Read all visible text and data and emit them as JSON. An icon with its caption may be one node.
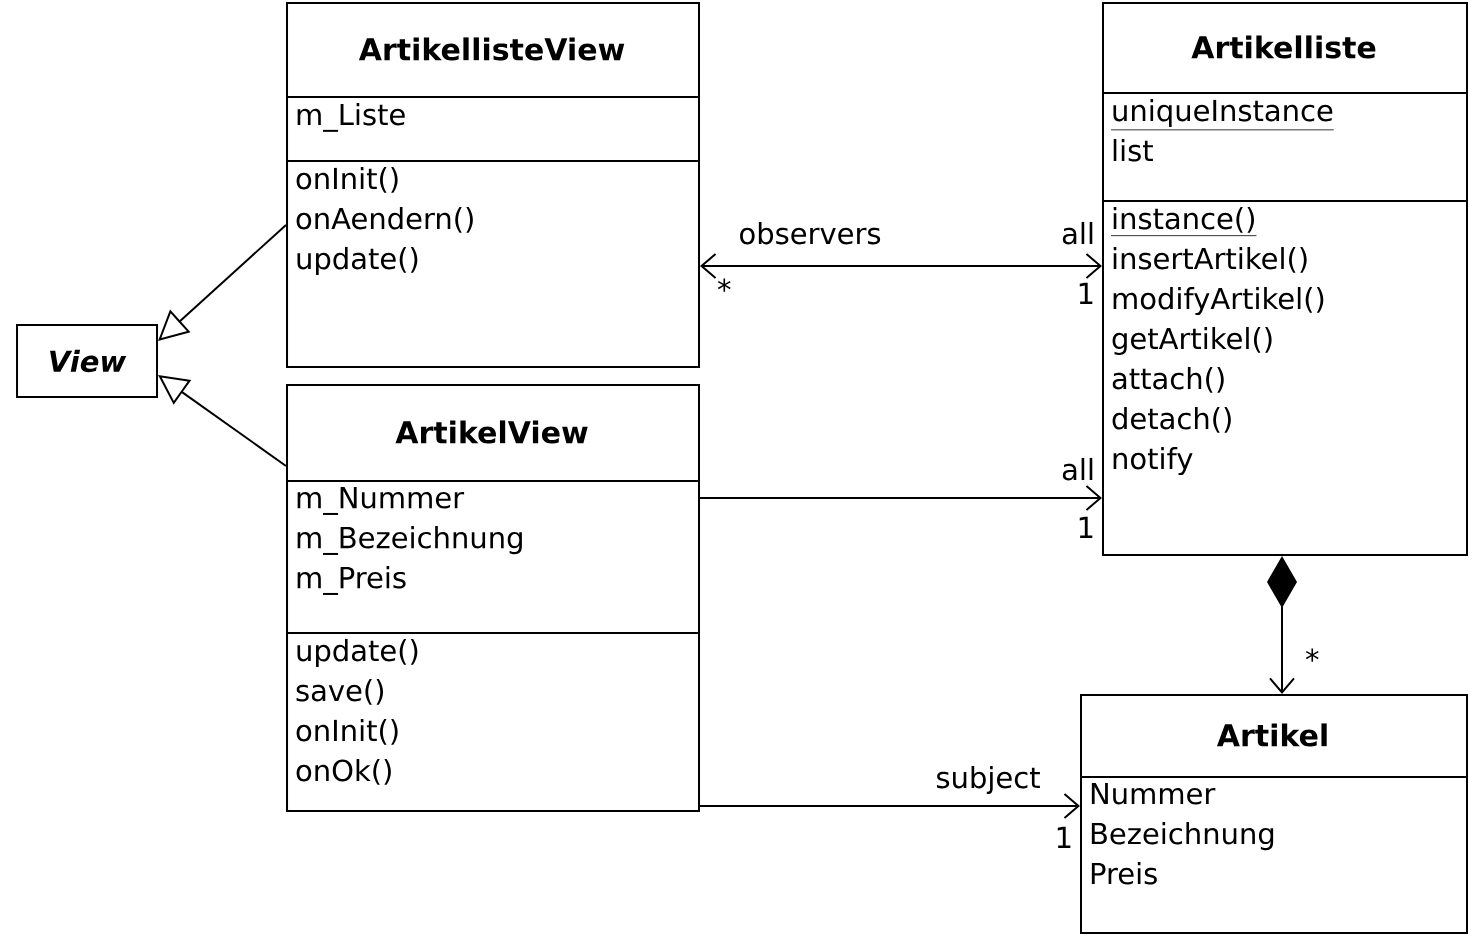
{
  "diagram": {
    "nodes": [
      {
        "text": [
          "ArtikellisteView"
        ]
      },
      {
        "text": [
          "m_Liste"
        ],
        "in": 0
      },
      {
        "text": [
          "onInit()",
          "onAendern()",
          "update()"
        ],
        "in": 0
      },
      {
        "text": [
          "Artikelliste"
        ]
      },
      {
        "text": [
          "uniqueInstance",
          "list"
        ],
        "in": 3
      },
      {
        "text": [
          "instance()",
          "insertArtikel()",
          "modifyArtikel()",
          "getArtikel()",
          "attach()",
          "detach()",
          "notify"
        ],
        "in": 3
      },
      {
        "text": [
          "View"
        ]
      },
      {
        "text": [
          "ArtikelView"
        ]
      },
      {
        "text": [
          "m_Nummer",
          "m_Bezeichnung",
          "m_Preis"
        ],
        "in": 7
      },
      {
        "text": [
          "update()",
          "save()",
          "onInit()",
          "onOk()"
        ],
        "in": 7
      },
      {
        "text": [
          "Artikel"
        ]
      },
      {
        "text": [
          "Nummer",
          "Bezeichnung",
          "Preis"
        ],
        "in": 10
      }
    ],
    "edges": [
      {
        "from": 0,
        "to": 6,
        "arrow": "to"
      },
      {
        "from": 7,
        "to": 6,
        "arrow": "to"
      },
      {
        "from": 0,
        "to": 3,
        "arrow": "both",
        "label": "observers"
      },
      {
        "from": 7,
        "to": 3,
        "arrow": "to"
      },
      {
        "from": 7,
        "to": 10,
        "arrow": "to",
        "label": "subject"
      },
      {
        "from": 3,
        "to": 10,
        "arrow": "to"
      }
    ],
    "labels": [
      "all",
      "*",
      "1",
      "all",
      "1",
      "*",
      "1"
    ]
  }
}
